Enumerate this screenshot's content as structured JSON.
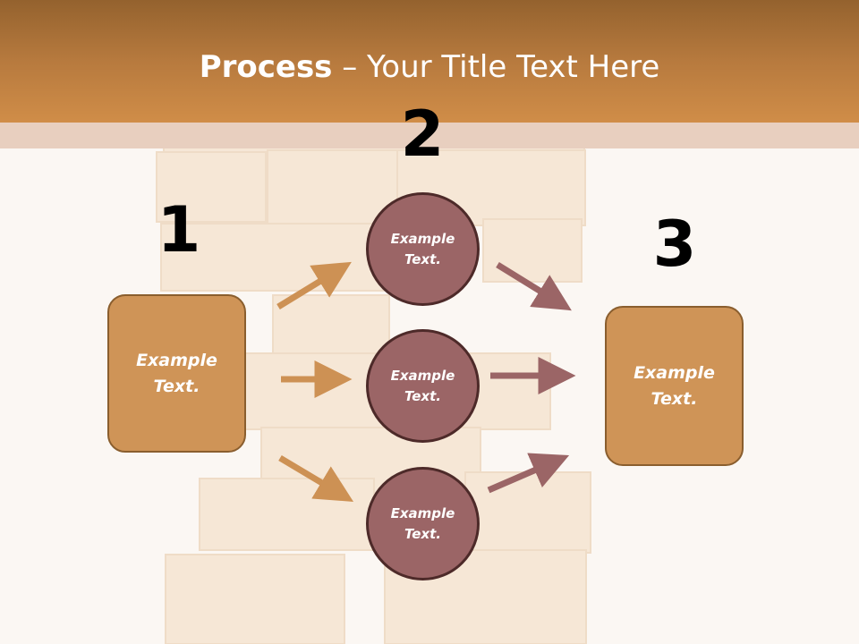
{
  "title": {
    "bold": "Process",
    "rest": " – Your Title Text Here"
  },
  "numbers": {
    "one": "1",
    "two": "2",
    "three": "3"
  },
  "left_box": {
    "label": "Example\nText."
  },
  "right_box": {
    "label": "Example\nText."
  },
  "circles": [
    {
      "label": "Example\nText."
    },
    {
      "label": "Example\nText."
    },
    {
      "label": "Example\nText."
    }
  ],
  "colors": {
    "header": "#c8843f",
    "box": "#cf9457",
    "circle": "#9b6566",
    "left_arrows": "#cd9154",
    "right_arrows": "#9b6566",
    "background": "#fbf7f3"
  }
}
